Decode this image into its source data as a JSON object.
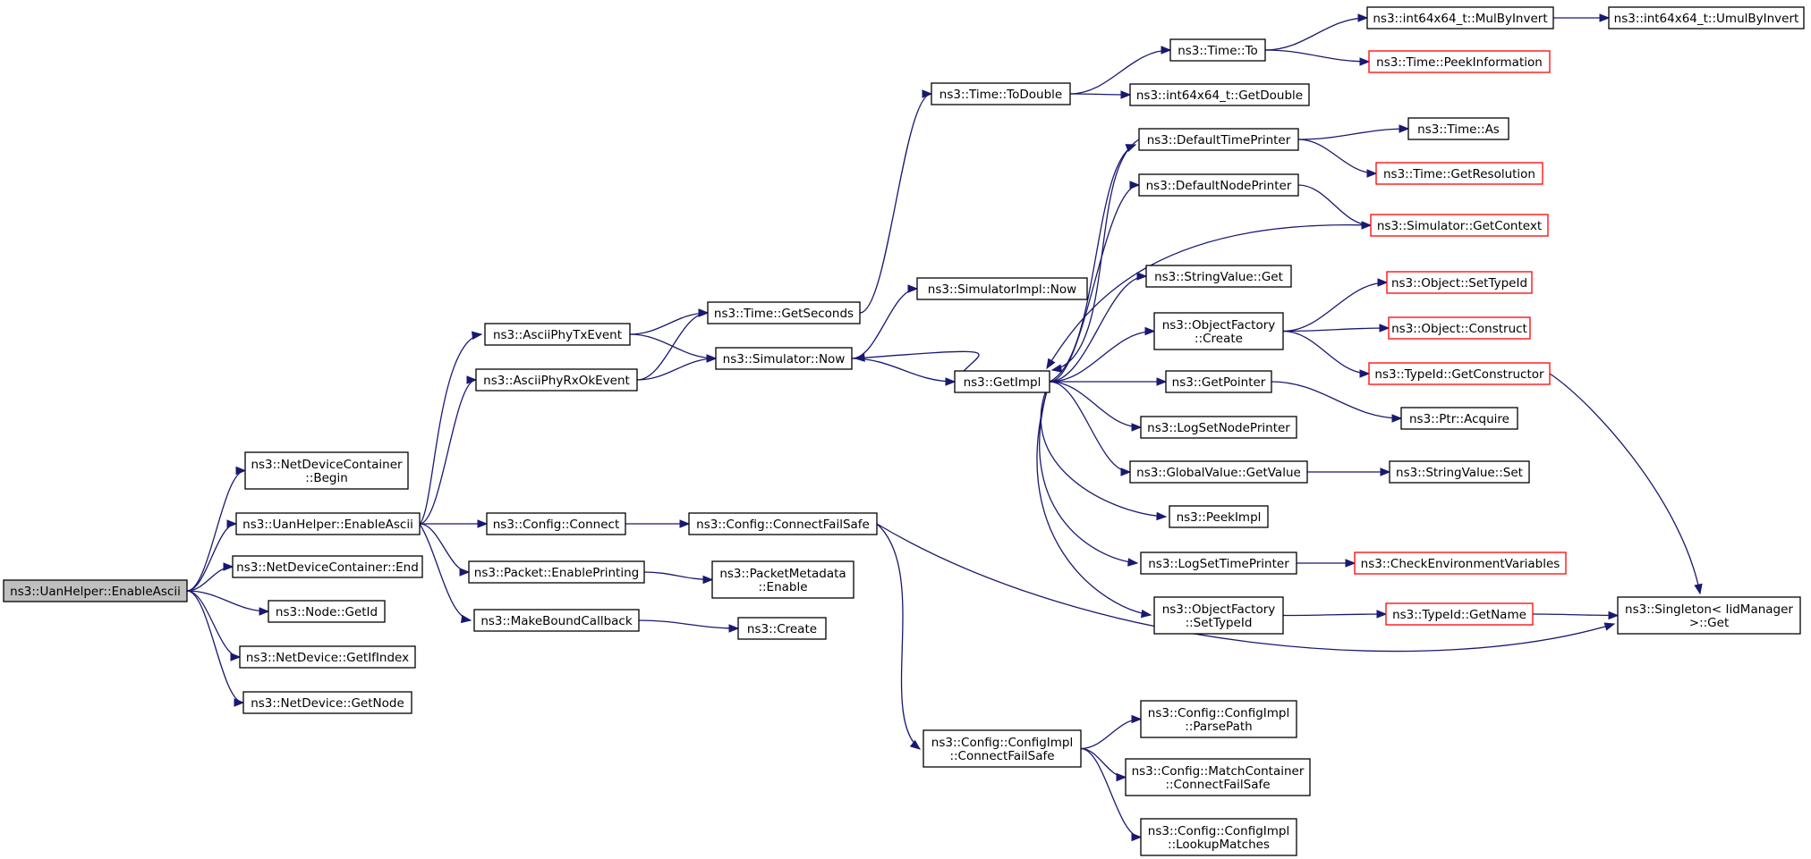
{
  "diagram": {
    "kind": "call-graph",
    "colors": {
      "edge": "#191970",
      "border": "#000000",
      "truncated_border": "#ff0000",
      "root_fill": "#bfbfbf",
      "node_fill": "#ffffff"
    },
    "nodes": [
      {
        "id": "root",
        "lines": [
          "ns3::UanHelper::EnableAscii"
        ],
        "style": "root"
      },
      {
        "id": "ndc_begin",
        "lines": [
          "ns3::NetDeviceContainer",
          "::Begin"
        ]
      },
      {
        "id": "uan_enable",
        "lines": [
          "ns3::UanHelper::EnableAscii"
        ]
      },
      {
        "id": "ndc_end",
        "lines": [
          "ns3::NetDeviceContainer::End"
        ]
      },
      {
        "id": "node_getid",
        "lines": [
          "ns3::Node::GetId"
        ]
      },
      {
        "id": "nd_getifindex",
        "lines": [
          "ns3::NetDevice::GetIfIndex"
        ]
      },
      {
        "id": "nd_getnode",
        "lines": [
          "ns3::NetDevice::GetNode"
        ]
      },
      {
        "id": "ascii_tx",
        "lines": [
          "ns3::AsciiPhyTxEvent"
        ]
      },
      {
        "id": "ascii_rx",
        "lines": [
          "ns3::AsciiPhyRxOkEvent"
        ]
      },
      {
        "id": "cfg_connect",
        "lines": [
          "ns3::Config::Connect"
        ]
      },
      {
        "id": "pkt_enable",
        "lines": [
          "ns3::Packet::EnablePrinting"
        ]
      },
      {
        "id": "make_cb",
        "lines": [
          "ns3::MakeBoundCallback"
        ]
      },
      {
        "id": "time_getsec",
        "lines": [
          "ns3::Time::GetSeconds"
        ]
      },
      {
        "id": "sim_now",
        "lines": [
          "ns3::Simulator::Now"
        ]
      },
      {
        "id": "cfg_cfs",
        "lines": [
          "ns3::Config::ConnectFailSafe"
        ]
      },
      {
        "id": "pm_enable",
        "lines": [
          "ns3::PacketMetadata",
          "::Enable"
        ]
      },
      {
        "id": "create",
        "lines": [
          "ns3::Create"
        ]
      },
      {
        "id": "time_todouble",
        "lines": [
          "ns3::Time::ToDouble"
        ]
      },
      {
        "id": "simimpl_now",
        "lines": [
          "ns3::SimulatorImpl::Now"
        ]
      },
      {
        "id": "getimpl",
        "lines": [
          "ns3::GetImpl"
        ]
      },
      {
        "id": "cfgimpl_cfs",
        "lines": [
          "ns3::Config::ConfigImpl",
          "::ConnectFailSafe"
        ]
      },
      {
        "id": "time_to",
        "lines": [
          "ns3::Time::To"
        ]
      },
      {
        "id": "i64_getdouble",
        "lines": [
          "ns3::int64x64_t::GetDouble"
        ]
      },
      {
        "id": "def_time_printer",
        "lines": [
          "ns3::DefaultTimePrinter"
        ]
      },
      {
        "id": "def_node_printer",
        "lines": [
          "ns3::DefaultNodePrinter"
        ]
      },
      {
        "id": "sv_get",
        "lines": [
          "ns3::StringValue::Get"
        ]
      },
      {
        "id": "of_create",
        "lines": [
          "ns3::ObjectFactory",
          "::Create"
        ]
      },
      {
        "id": "getpointer",
        "lines": [
          "ns3::GetPointer"
        ]
      },
      {
        "id": "log_set_node_printer",
        "lines": [
          "ns3::LogSetNodePrinter"
        ]
      },
      {
        "id": "gv_getvalue",
        "lines": [
          "ns3::GlobalValue::GetValue"
        ]
      },
      {
        "id": "peekimpl",
        "lines": [
          "ns3::PeekImpl"
        ]
      },
      {
        "id": "log_set_time_printer",
        "lines": [
          "ns3::LogSetTimePrinter"
        ]
      },
      {
        "id": "of_settypeid",
        "lines": [
          "ns3::ObjectFactory",
          "::SetTypeId"
        ]
      },
      {
        "id": "cfgimpl_parsepath",
        "lines": [
          "ns3::Config::ConfigImpl",
          "::ParsePath"
        ]
      },
      {
        "id": "mc_cfs",
        "lines": [
          "ns3::Config::MatchContainer",
          "::ConnectFailSafe"
        ]
      },
      {
        "id": "cfgimpl_lookup",
        "lines": [
          "ns3::Config::ConfigImpl",
          "::LookupMatches"
        ]
      },
      {
        "id": "i64_mulbyinvert",
        "lines": [
          "ns3::int64x64_t::MulByInvert"
        ]
      },
      {
        "id": "time_peekinfo",
        "lines": [
          "ns3::Time::PeekInformation"
        ],
        "style": "red"
      },
      {
        "id": "time_as",
        "lines": [
          "ns3::Time::As"
        ]
      },
      {
        "id": "time_getres",
        "lines": [
          "ns3::Time::GetResolution"
        ],
        "style": "red"
      },
      {
        "id": "sim_getcontext",
        "lines": [
          "ns3::Simulator::GetContext"
        ],
        "style": "red"
      },
      {
        "id": "obj_settypeid",
        "lines": [
          "ns3::Object::SetTypeId"
        ],
        "style": "red"
      },
      {
        "id": "obj_construct",
        "lines": [
          "ns3::Object::Construct"
        ],
        "style": "red"
      },
      {
        "id": "typeid_getctor",
        "lines": [
          "ns3::TypeId::GetConstructor"
        ],
        "style": "red"
      },
      {
        "id": "ptr_acquire",
        "lines": [
          "ns3::Ptr::Acquire"
        ]
      },
      {
        "id": "sv_set",
        "lines": [
          "ns3::StringValue::Set"
        ]
      },
      {
        "id": "check_env",
        "lines": [
          "ns3::CheckEnvironmentVariables"
        ],
        "style": "red"
      },
      {
        "id": "typeid_getname",
        "lines": [
          "ns3::TypeId::GetName"
        ],
        "style": "red"
      },
      {
        "id": "i64_umulbyinvert",
        "lines": [
          "ns3::int64x64_t::UmulByInvert"
        ]
      },
      {
        "id": "singleton_get",
        "lines": [
          "ns3::Singleton< IidManager",
          " >::Get"
        ]
      }
    ],
    "edges": [
      [
        "root",
        "ndc_begin"
      ],
      [
        "root",
        "uan_enable"
      ],
      [
        "root",
        "ndc_end"
      ],
      [
        "root",
        "node_getid"
      ],
      [
        "root",
        "nd_getifindex"
      ],
      [
        "root",
        "nd_getnode"
      ],
      [
        "uan_enable",
        "ascii_tx"
      ],
      [
        "uan_enable",
        "ascii_rx"
      ],
      [
        "uan_enable",
        "cfg_connect"
      ],
      [
        "uan_enable",
        "pkt_enable"
      ],
      [
        "uan_enable",
        "make_cb"
      ],
      [
        "ascii_tx",
        "time_getsec"
      ],
      [
        "ascii_tx",
        "sim_now"
      ],
      [
        "ascii_rx",
        "time_getsec"
      ],
      [
        "ascii_rx",
        "sim_now"
      ],
      [
        "cfg_connect",
        "cfg_cfs"
      ],
      [
        "pkt_enable",
        "pm_enable"
      ],
      [
        "make_cb",
        "create"
      ],
      [
        "time_getsec",
        "time_todouble"
      ],
      [
        "sim_now",
        "simimpl_now"
      ],
      [
        "sim_now",
        "getimpl"
      ],
      [
        "cfg_cfs",
        "cfgimpl_cfs"
      ],
      [
        "cfg_cfs",
        "singleton_get"
      ],
      [
        "time_todouble",
        "time_to"
      ],
      [
        "time_todouble",
        "i64_getdouble"
      ],
      [
        "time_to",
        "i64_mulbyinvert"
      ],
      [
        "time_to",
        "time_peekinfo"
      ],
      [
        "i64_mulbyinvert",
        "i64_umulbyinvert"
      ],
      [
        "getimpl",
        "sim_now"
      ],
      [
        "getimpl",
        "def_time_printer"
      ],
      [
        "getimpl",
        "def_node_printer"
      ],
      [
        "getimpl",
        "sv_get"
      ],
      [
        "getimpl",
        "of_create"
      ],
      [
        "getimpl",
        "getpointer"
      ],
      [
        "getimpl",
        "log_set_node_printer"
      ],
      [
        "getimpl",
        "gv_getvalue"
      ],
      [
        "getimpl",
        "peekimpl"
      ],
      [
        "getimpl",
        "log_set_time_printer"
      ],
      [
        "getimpl",
        "of_settypeid"
      ],
      [
        "sim_getcontext",
        "getimpl"
      ],
      [
        "def_time_printer",
        "getimpl"
      ],
      [
        "def_time_printer",
        "time_as"
      ],
      [
        "def_time_printer",
        "time_getres"
      ],
      [
        "def_node_printer",
        "sim_getcontext"
      ],
      [
        "of_create",
        "obj_settypeid"
      ],
      [
        "of_create",
        "obj_construct"
      ],
      [
        "of_create",
        "typeid_getctor"
      ],
      [
        "getpointer",
        "ptr_acquire"
      ],
      [
        "gv_getvalue",
        "sv_set"
      ],
      [
        "log_set_time_printer",
        "check_env"
      ],
      [
        "of_settypeid",
        "typeid_getname"
      ],
      [
        "typeid_getname",
        "singleton_get"
      ],
      [
        "typeid_getctor",
        "singleton_get"
      ],
      [
        "cfgimpl_cfs",
        "cfgimpl_parsepath"
      ],
      [
        "cfgimpl_cfs",
        "mc_cfs"
      ],
      [
        "cfgimpl_cfs",
        "cfgimpl_lookup"
      ]
    ]
  }
}
